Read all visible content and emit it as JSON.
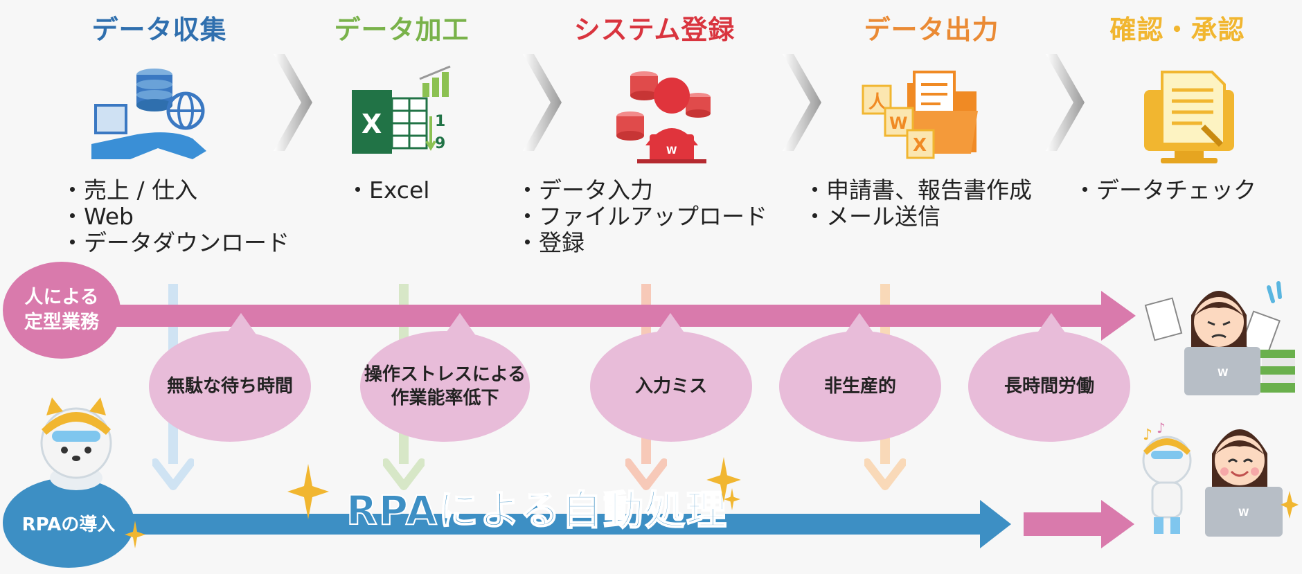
{
  "steps": [
    {
      "title": "データ収集",
      "color": "#2f6fae",
      "bullets": [
        "・売上 / 仕入",
        "・Web",
        "・データダウンロード"
      ],
      "icon": "database-hand-globe-icon"
    },
    {
      "title": "データ加工",
      "color": "#79b24a",
      "bullets": [
        "・Excel"
      ],
      "icon": "excel-chart-icon"
    },
    {
      "title": "システム登録",
      "color": "#d9343e",
      "bullets": [
        "・データ入力",
        "・ファイルアップロード",
        "・登録"
      ],
      "icon": "user-database-icon"
    },
    {
      "title": "データ出力",
      "color": "#ea8a34",
      "bullets": [
        "・申請書、報告書作成",
        "・メール送信"
      ],
      "icon": "documents-folder-icon"
    },
    {
      "title": "確認・承認",
      "color": "#f1b630",
      "bullets": [
        "・データチェック"
      ],
      "icon": "document-monitor-icon"
    }
  ],
  "manual": {
    "label_line1": "人による",
    "label_line2": "定型業務",
    "color": "#d97aac"
  },
  "problems": [
    {
      "lines": [
        "無駄な待ち時間"
      ]
    },
    {
      "lines": [
        "操作ストレスによる",
        "作業能率低下"
      ]
    },
    {
      "lines": [
        "入力ミス"
      ]
    },
    {
      "lines": [
        "非生産的"
      ]
    },
    {
      "lines": [
        "長時間労働"
      ]
    }
  ],
  "rpa": {
    "label": "RPAの導入",
    "banner": "RPAによる自動処理",
    "color": "#3d8fc4"
  },
  "down_arrow_colors": [
    "#cfe3f3",
    "#d7e7c7",
    "#f7c9b8",
    "#f9d9b8"
  ]
}
